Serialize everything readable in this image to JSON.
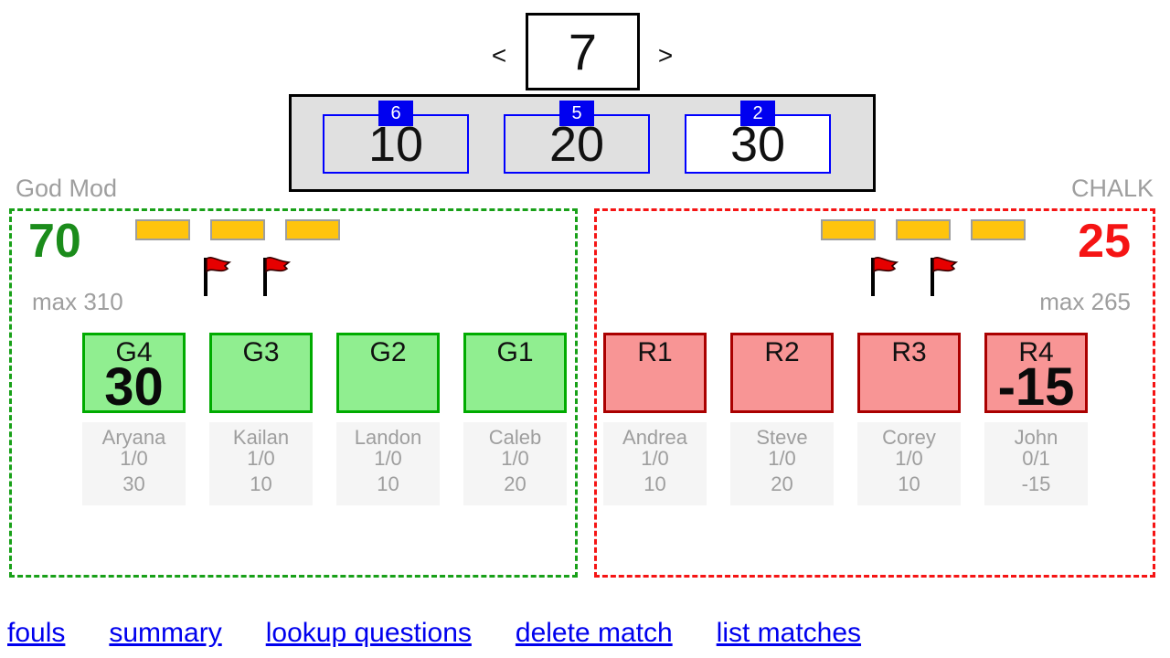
{
  "question_nav": {
    "prev_label": "<",
    "next_label": ">",
    "current_question": "7"
  },
  "points_panel": {
    "options": [
      {
        "value": "10",
        "remaining_badge": "6",
        "selected": false
      },
      {
        "value": "20",
        "remaining_badge": "5",
        "selected": false
      },
      {
        "value": "30",
        "remaining_badge": "2",
        "selected": true
      }
    ]
  },
  "teams": [
    {
      "name": "God Mod",
      "score": "70",
      "max_label": "max 310",
      "bonus_bars": 3,
      "flags": 2,
      "players": [
        {
          "label": "G4",
          "overlay_score": "30",
          "name": "Aryana",
          "correct_incorrect": "1/0",
          "points": "30"
        },
        {
          "label": "G3",
          "name": "Kailan",
          "correct_incorrect": "1/0",
          "points": "10"
        },
        {
          "label": "G2",
          "name": "Landon",
          "correct_incorrect": "1/0",
          "points": "10"
        },
        {
          "label": "G1",
          "name": "Caleb",
          "correct_incorrect": "1/0",
          "points": "20"
        }
      ]
    },
    {
      "name": "CHALK",
      "score": "25",
      "max_label": "max 265",
      "bonus_bars": 3,
      "flags": 2,
      "players": [
        {
          "label": "R1",
          "name": "Andrea",
          "correct_incorrect": "1/0",
          "points": "10"
        },
        {
          "label": "R2",
          "name": "Steve",
          "correct_incorrect": "1/0",
          "points": "20"
        },
        {
          "label": "R3",
          "name": "Corey",
          "correct_incorrect": "1/0",
          "points": "10"
        },
        {
          "label": "R4",
          "overlay_score": "-15",
          "name": "John",
          "correct_incorrect": "0/1",
          "points": "-15"
        }
      ]
    }
  ],
  "footer": {
    "links": [
      "fouls",
      "summary",
      "lookup questions",
      "delete match",
      "list matches"
    ]
  },
  "colors": {
    "left_team_accent": "#1b8c1b",
    "right_team_accent": "#f51414",
    "selection_blue": "#0000f0",
    "bonus_bar_fill": "#ffc40d",
    "green_card_fill": "#90ee90",
    "green_card_border": "#00ab00",
    "red_card_fill": "#f89595",
    "red_card_border": "#aa0000",
    "panel_gray": "#e0e0e0",
    "muted_text": "#9e9e9e",
    "link_blue": "#0000ee"
  }
}
